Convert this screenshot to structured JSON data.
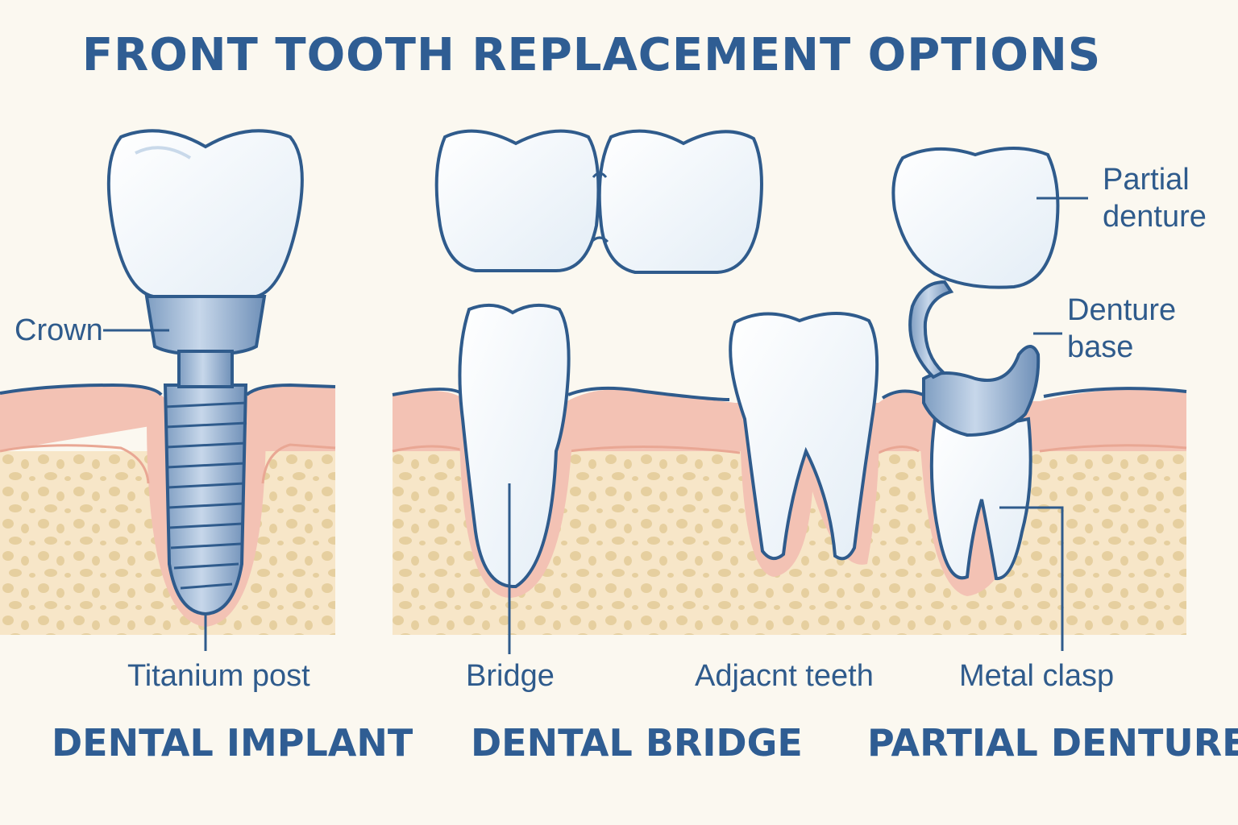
{
  "title": "FRONT TOOTH REPLACEMENT OPTIONS",
  "labels": {
    "crown": "Crown",
    "titanium_post": "Titanium post",
    "bridge": "Bridge",
    "adjacent_teeth": "Adjacnt teeth",
    "partial_denture_line1": "Partial",
    "partial_denture_line2": "denture",
    "denture_base_line1": "Denture",
    "denture_base_line2": "base",
    "metal_clasp": "Metal clasp"
  },
  "sections": [
    "DENTAL IMPLANT",
    "DENTAL BRIDGE",
    "PARTIAL DENTURE"
  ],
  "colors": {
    "outline": "#2f5b8c",
    "tooth": "#ffffff",
    "gum": "#f3c2b4",
    "bone": "#f7e6c8",
    "bone_spots": "#e6cf9f",
    "metal": "#9db6d3"
  }
}
